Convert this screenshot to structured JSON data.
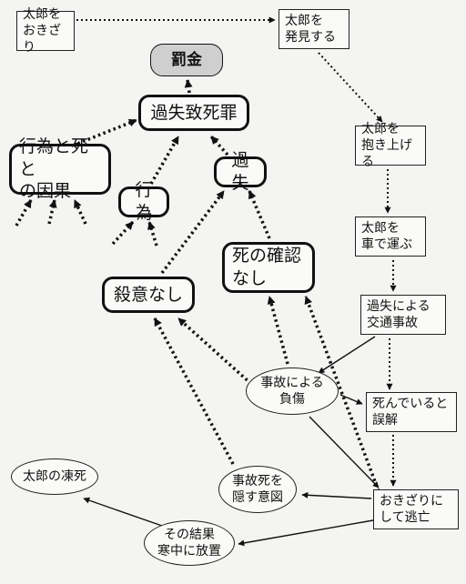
{
  "nodes": {
    "taro_left": "太郎を\nおきざり",
    "taro_found": "太郎を\n発見する",
    "fine": "罰金",
    "negligent_homicide": "過失致死罪",
    "causation": "行為と死と\nの因果",
    "act": "行為",
    "negligence": "過失",
    "taro_lifted": "太郎を\n抱き上げる",
    "taro_carried": "太郎を\n車で運ぶ",
    "no_death_confirmation": "死の確認\nなし",
    "no_intent": "殺意なし",
    "traffic_accident": "過失による\n交通事故",
    "accident_injury": "事故による\n負傷",
    "mistaken_dead": "死んでいると\n誤解",
    "taro_frozen": "太郎の凍死",
    "conceal_intent": "事故死を\n隠す意図",
    "abandon_flee": "おきざりに\nして逃亡",
    "left_in_cold": "その結果\n寒中に放置"
  }
}
